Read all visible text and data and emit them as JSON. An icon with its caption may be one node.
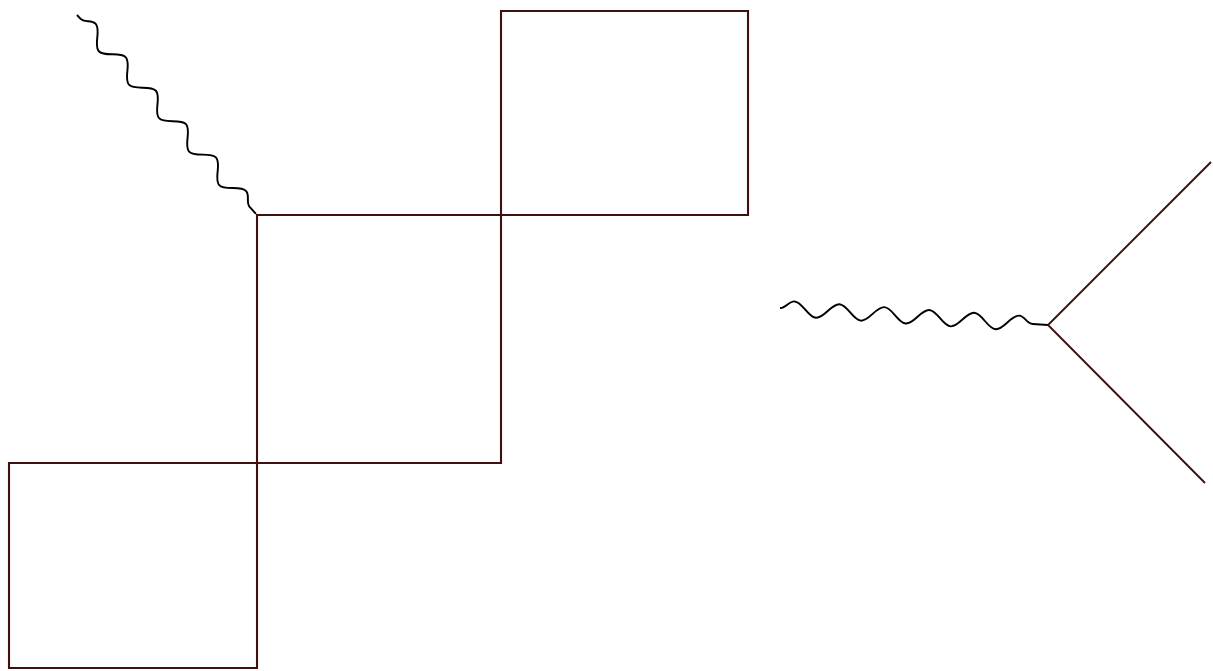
{
  "diagram": {
    "nodes": [
      {
        "text": [],
        "shape": "box"
      },
      {
        "text": [],
        "shape": "box"
      },
      {
        "text": [],
        "shape": "box"
      }
    ],
    "edges": [
      {
        "from": null,
        "to": 1,
        "arrow": "none"
      }
    ]
  }
}
